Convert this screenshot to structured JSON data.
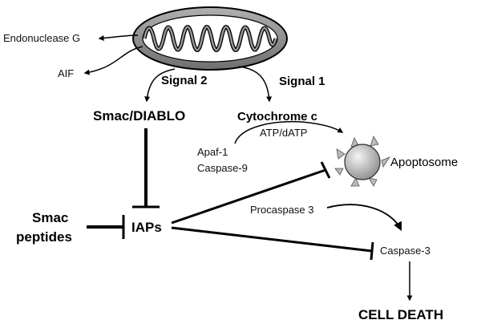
{
  "diagram": {
    "labels": {
      "endonuclease_g": "Endonuclease G",
      "aif": "AIF",
      "signal_2": "Signal 2",
      "signal_1": "Signal 1",
      "smac_diablo": "Smac/DIABLO",
      "cytochrome_c": "Cytochrome c",
      "atp_datp": "ATP/dATP",
      "apaf_1": "Apaf-1",
      "caspase_9": "Caspase-9",
      "apoptosome": "Apoptosome",
      "smac": "Smac",
      "peptides": "peptides",
      "iaps": "IAPs",
      "procaspase_3": "Procaspase 3",
      "caspase_3": "Caspase-3",
      "cell_death": "CELL DEATH"
    },
    "colors": {
      "line": "#000000",
      "mito_outer": "#8a8a8a",
      "mito_inner": "#ffffff",
      "apoptosome_light": "#f4f4f4",
      "apoptosome_dark": "#8e8e8e",
      "spike": "#b9b9b9"
    }
  }
}
